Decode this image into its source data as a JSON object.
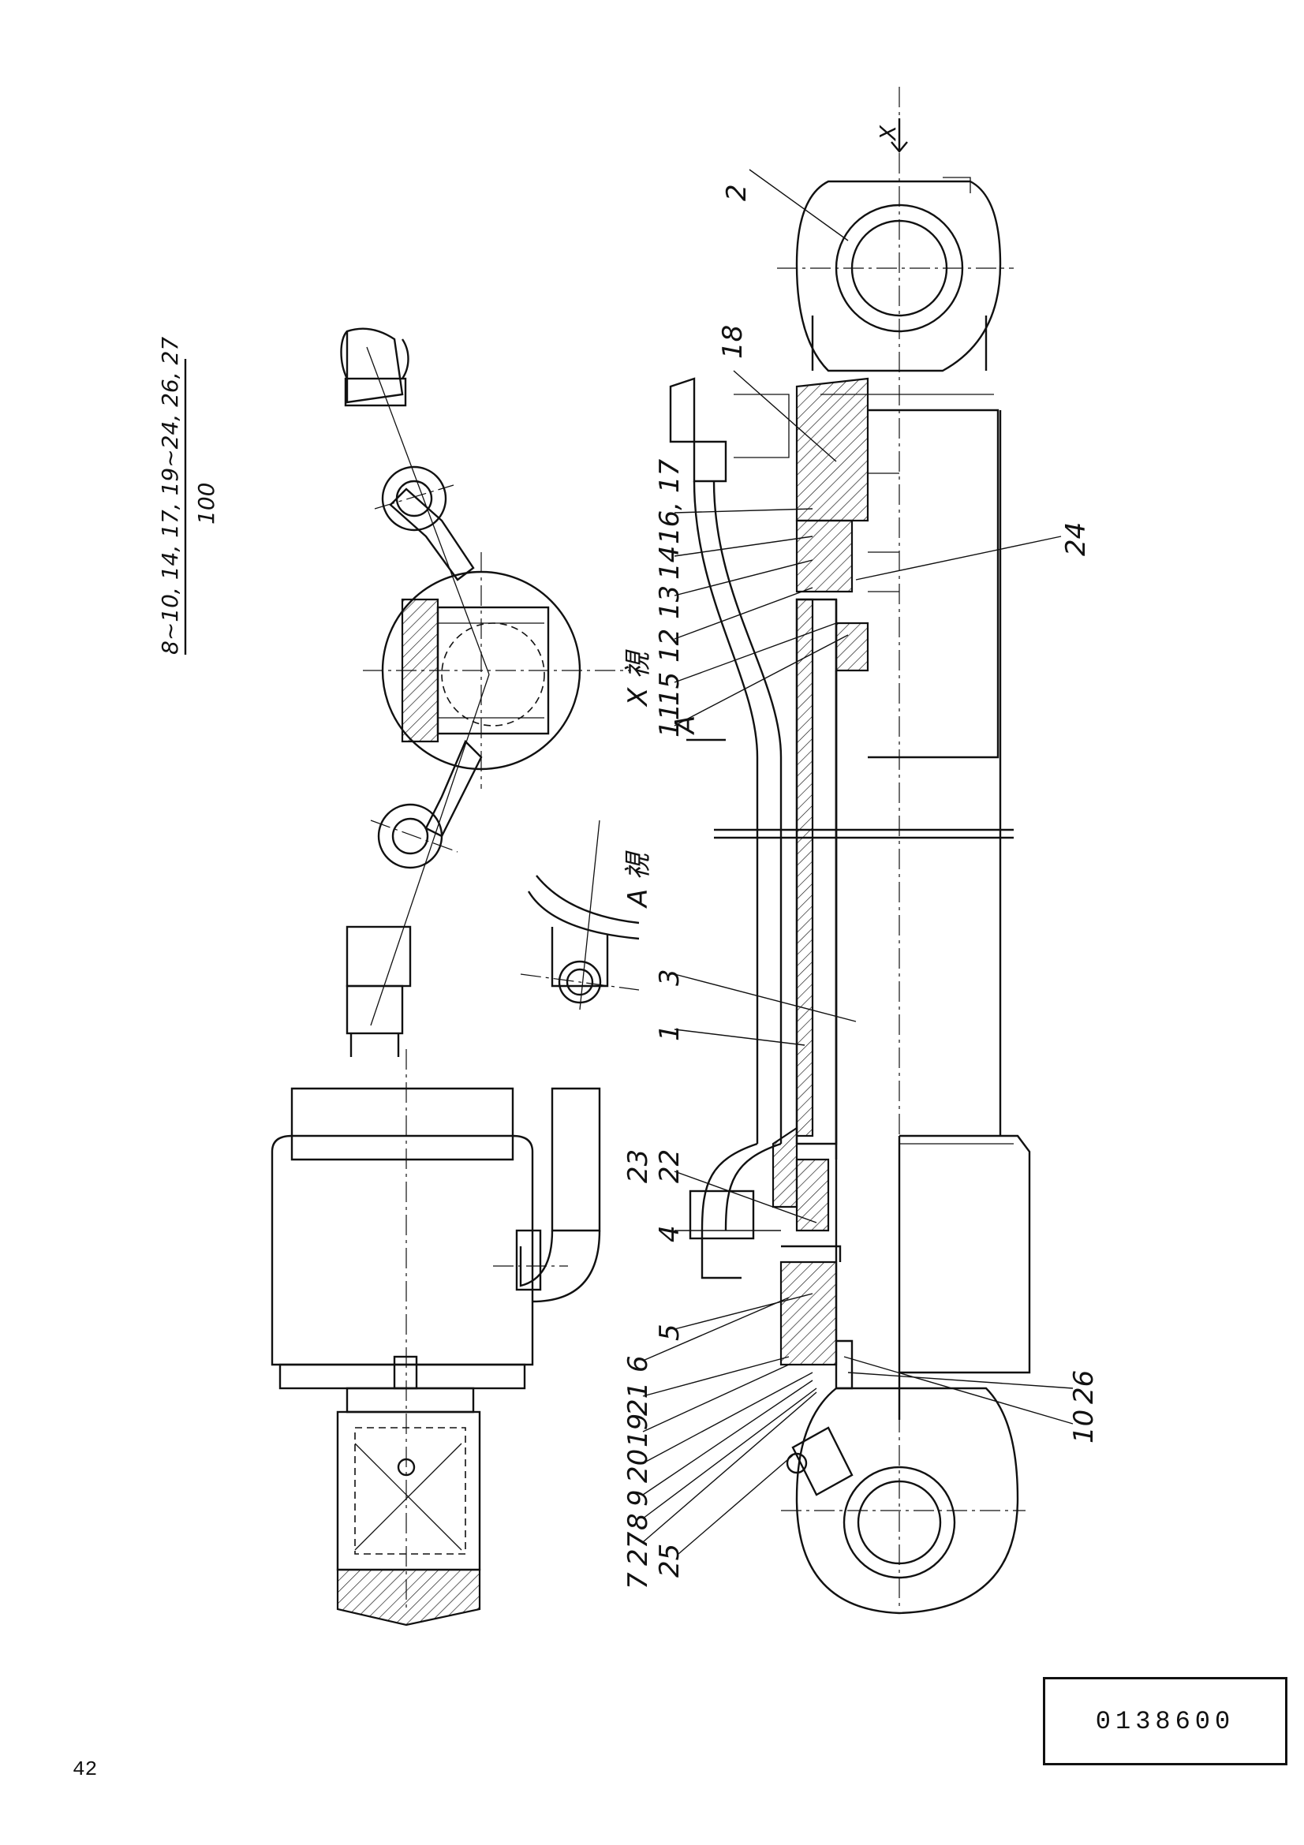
{
  "page_number": "42",
  "drawing_number": "0138600",
  "parts_note": {
    "line1": "8~10, 14, 17, 19~24, 26, 27",
    "line2": "100"
  },
  "view_labels": {
    "view_x": "X 視",
    "view_a": "A 視",
    "section_marker_a": "A",
    "direction_marker_x": "X"
  },
  "balloons": {
    "b1": "1",
    "b2": "2",
    "b3": "3",
    "b4": "4",
    "b5": "5",
    "b6": "6",
    "b7": "7",
    "b11": "11",
    "b15": "15",
    "b12": "12",
    "b13": "13",
    "b14": "14",
    "b16_17": "16, 17",
    "b18": "18",
    "b24": "24",
    "b23": "23",
    "b22": "22",
    "b25": "25",
    "b27": "27",
    "b8": "8",
    "b9": "9",
    "b20": "20",
    "b19": "19",
    "b21": "21",
    "b10": "10",
    "b26": "26"
  }
}
